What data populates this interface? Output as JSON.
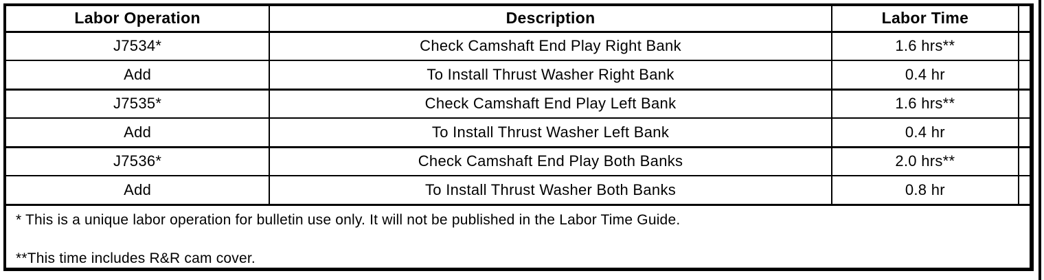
{
  "colors": {
    "border": "#000000",
    "text": "#000000",
    "background": "#ffffff"
  },
  "table": {
    "columns": [
      "Labor Operation",
      "Description",
      "Labor Time"
    ],
    "rows": [
      {
        "operation": "J7534*",
        "description": "Check Camshaft End Play Right Bank",
        "time": "1.6 hrs**"
      },
      {
        "operation": "Add",
        "description": "To Install Thrust Washer Right Bank",
        "time": "0.4 hr"
      },
      {
        "operation": "J7535*",
        "description": "Check Camshaft End Play Left Bank",
        "time": "1.6 hrs**"
      },
      {
        "operation": "Add",
        "description": "To Install Thrust Washer Left Bank",
        "time": "0.4 hr"
      },
      {
        "operation": "J7536*",
        "description": "Check Camshaft End Play Both Banks",
        "time": "2.0 hrs**"
      },
      {
        "operation": "Add",
        "description": "To Install Thrust Washer Both Banks",
        "time": "0.8 hr"
      }
    ],
    "footnotes": [
      "* This is a unique labor operation for bulletin use only. It will not be published in the Labor Time Guide.",
      "**This time includes R&R cam cover."
    ]
  }
}
